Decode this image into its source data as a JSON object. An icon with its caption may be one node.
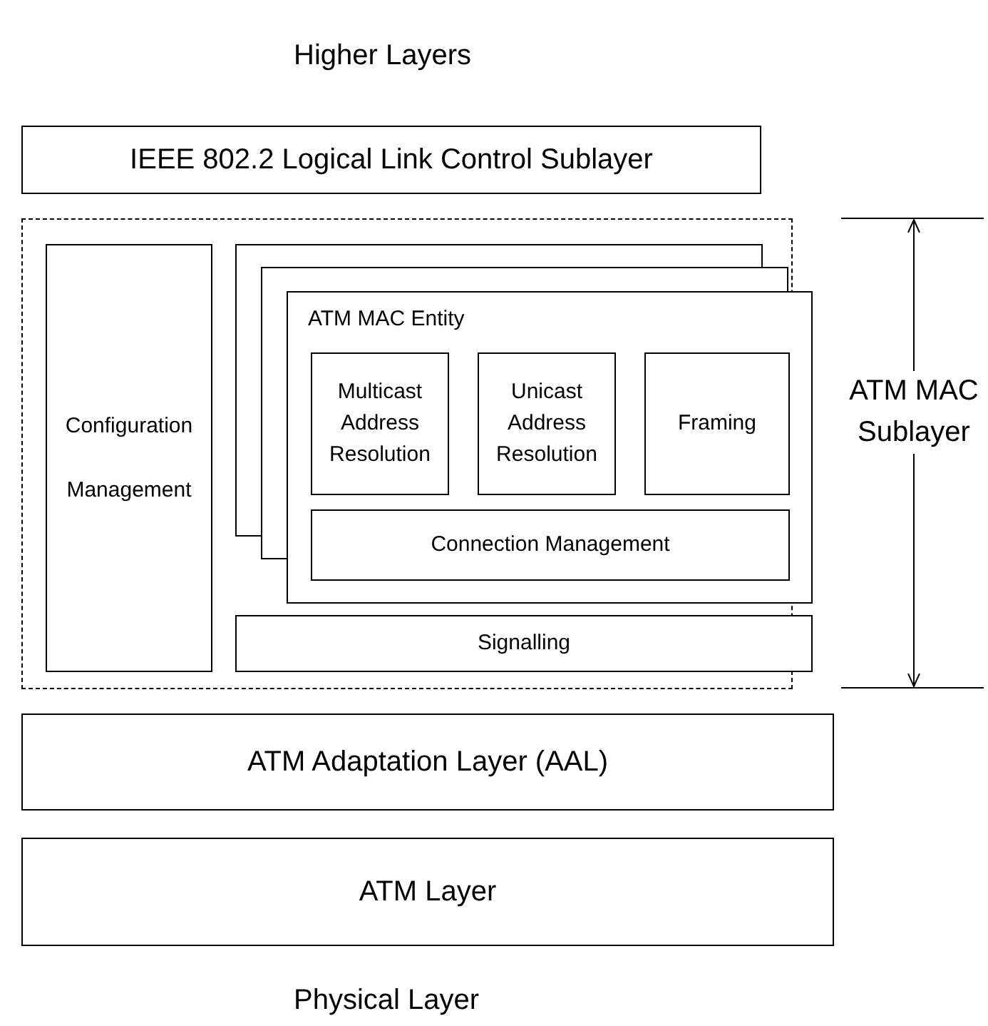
{
  "diagram": {
    "nodes": [
      {
        "text": [
          "IEEE 802.2 Logical Link Control Sublayer"
        ]
      },
      {
        "text": [],
        "shape": "box",
        "beside": [
          "ATM MAC Sublayer"
        ]
      },
      {
        "text": [
          "Configuration Management"
        ],
        "in": 1
      },
      {
        "text": [
          "ATM MAC Entity"
        ],
        "in": 1
      },
      {
        "text": [
          "Multicast Address Resolution"
        ],
        "in": 3
      },
      {
        "text": [
          "Unicast Address Resolution"
        ],
        "in": 3
      },
      {
        "text": [
          "Framing"
        ],
        "in": 3
      },
      {
        "text": [
          "Connection Management"
        ],
        "in": 3
      },
      {
        "text": [
          "Signalling"
        ],
        "in": 1
      },
      {
        "text": [
          "ATM Adaptation Layer (AAL)"
        ]
      },
      {
        "text": [
          "ATM Layer"
        ]
      }
    ],
    "edges": [],
    "labels": [
      "Higher Layers",
      "Physical Layer"
    ]
  }
}
